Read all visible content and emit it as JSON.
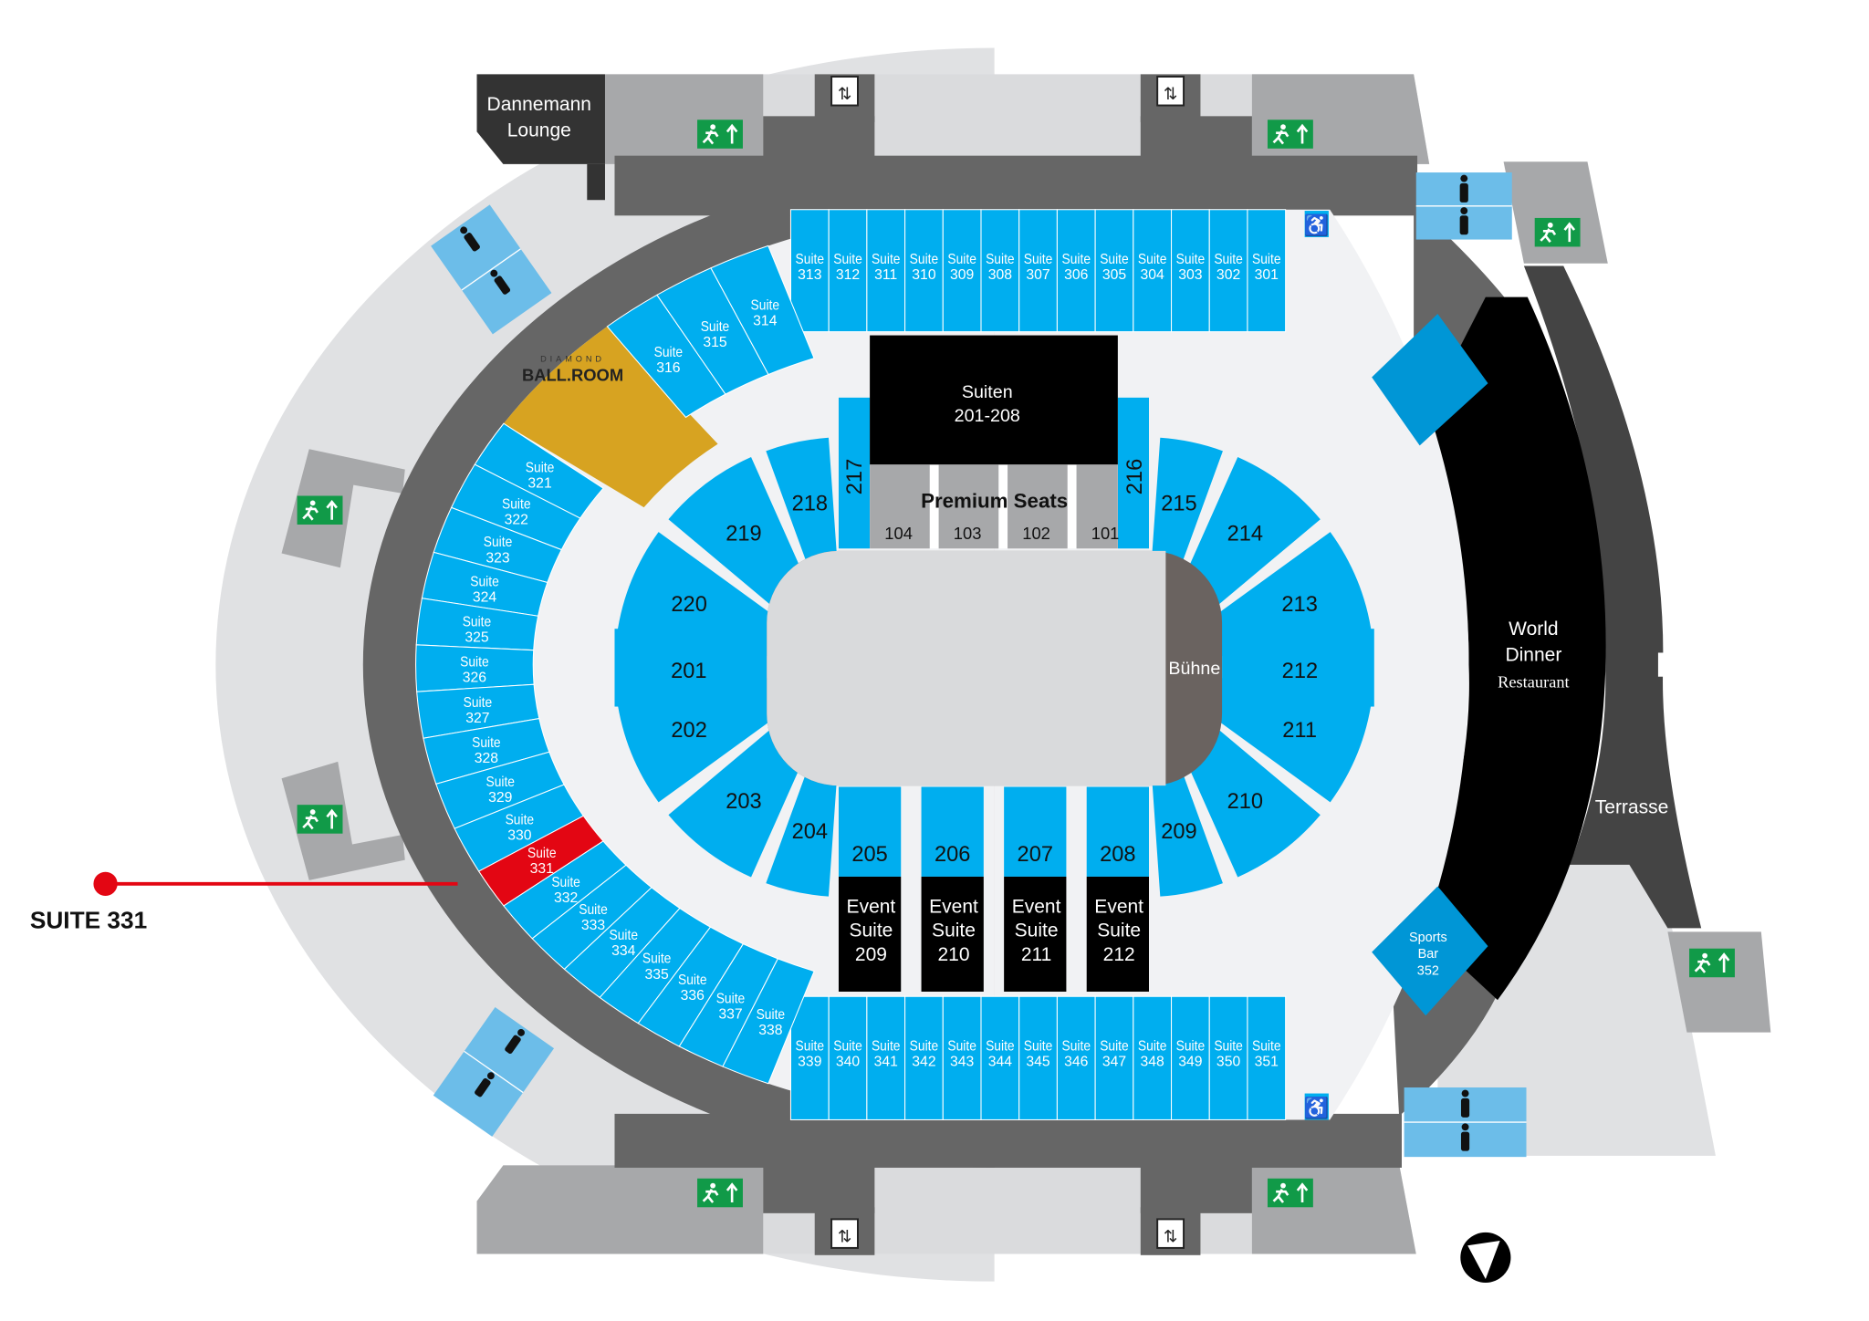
{
  "labels": {
    "lounge_line1": "Dannemann",
    "lounge_line2": "Lounge",
    "ballroom_small": "DIAMOND",
    "ballroom": "BALL.ROOM",
    "suiten_line1": "Suiten",
    "suiten_line2": "201-208",
    "premium": "Premium Seats",
    "stage": "Bühne",
    "restaurant_line1": "World",
    "restaurant_line2": "Dinner",
    "restaurant_line3": "Restaurant",
    "terrace": "Terrasse",
    "sports_bar_line1": "Sports",
    "sports_bar_line2": "Bar",
    "sports_bar_line3": "352"
  },
  "suite_word": "Suite",
  "suites_top": [
    "313",
    "312",
    "311",
    "310",
    "309",
    "308",
    "307",
    "306",
    "305",
    "304",
    "303",
    "302",
    "301"
  ],
  "suites_top_angled": [
    "316",
    "315",
    "314"
  ],
  "suites_left": [
    "321",
    "322",
    "323",
    "324",
    "325",
    "326",
    "327",
    "328",
    "329",
    "330"
  ],
  "suites_lower": [
    "331",
    "332",
    "333",
    "334",
    "335",
    "336",
    "337",
    "338"
  ],
  "suites_bottom": [
    "339",
    "340",
    "341",
    "342",
    "343",
    "344",
    "345",
    "346",
    "347",
    "348",
    "349",
    "350",
    "351"
  ],
  "premium_seats": [
    "104",
    "103",
    "102",
    "101"
  ],
  "sections": {
    "left_upper": [
      "220",
      "219",
      "218"
    ],
    "left_lower": [
      "202",
      "203",
      "204"
    ],
    "right_upper": [
      "213",
      "214",
      "215"
    ],
    "right_lower": [
      "211",
      "210",
      "209"
    ],
    "left_middle": "201",
    "right_middle": "212",
    "top_left_strip": "217",
    "top_right_strip": "216",
    "bottom_row": [
      "205",
      "206",
      "207",
      "208"
    ]
  },
  "event_suites": [
    {
      "line1": "Event",
      "line2": "Suite",
      "number": "209"
    },
    {
      "line1": "Event",
      "line2": "Suite",
      "number": "210"
    },
    {
      "line1": "Event",
      "line2": "Suite",
      "number": "211"
    },
    {
      "line1": "Event",
      "line2": "Suite",
      "number": "212"
    }
  ],
  "highlight": {
    "suite": "331",
    "callout": "SUITE 331"
  },
  "icons": [
    "emergency-exit-icon",
    "elevator-icon",
    "restroom-icon",
    "wheelchair-icon",
    "compass-icon"
  ],
  "colors": {
    "suite_blue": "#00aeef",
    "highlight_red": "#e30613",
    "ballroom_gold": "#d7a321",
    "exit_green": "#119a48",
    "restroom_blue": "#6cbde9",
    "concourse_dark": "#666666",
    "stage_gray": "#6a6360"
  }
}
